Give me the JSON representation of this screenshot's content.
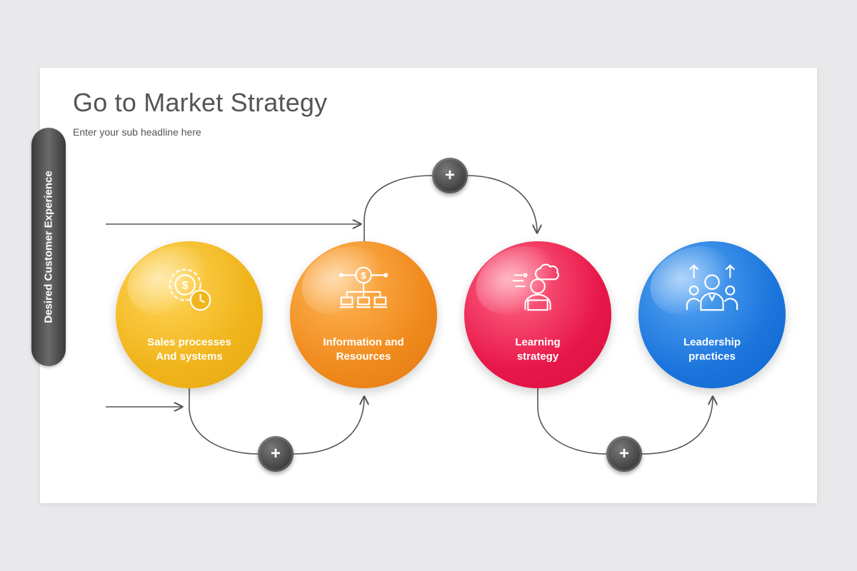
{
  "slide": {
    "title": "Go to Market Strategy",
    "subtitle": "Enter your sub headline here"
  },
  "sidebar_label": "Desired Customer Experience",
  "steps": [
    {
      "label": "Sales processes\nAnd systems",
      "color": "#f2b722",
      "icon": "money-gear-clock-icon"
    },
    {
      "label": "Information and\nResources",
      "color": "#f08a1c",
      "icon": "money-network-icon"
    },
    {
      "label": "Learning\nstrategy",
      "color": "#e8174a",
      "icon": "learner-laptop-icon"
    },
    {
      "label": "Leadership\npractices",
      "color": "#1b75dc",
      "icon": "leader-team-icon"
    }
  ],
  "connectors": [
    {
      "symbol": "+"
    },
    {
      "symbol": "+"
    },
    {
      "symbol": "+"
    }
  ],
  "colors": {
    "connector_line": "#555555",
    "plus_button": "#4a4a4a",
    "sidebar": "#555555"
  }
}
